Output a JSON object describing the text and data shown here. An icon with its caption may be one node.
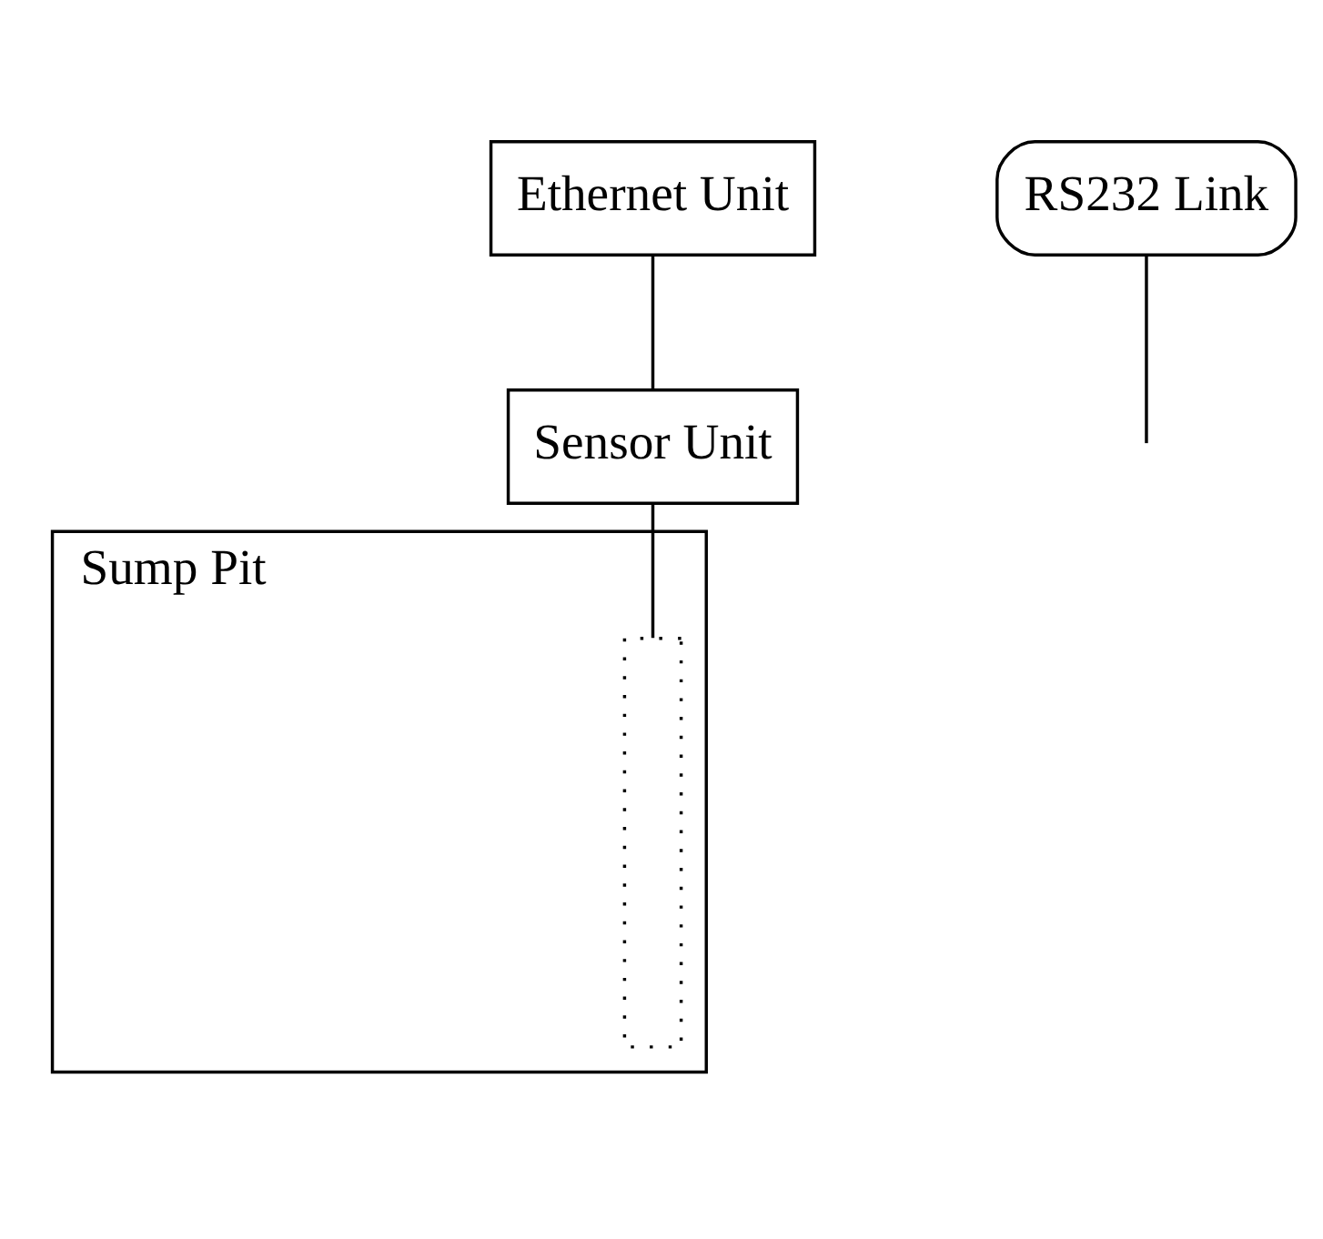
{
  "diagram": {
    "nodes": [
      {
        "text": [
          "Ethernet Unit"
        ]
      },
      {
        "text": [
          "RS232 Link"
        ]
      },
      {
        "text": [
          "Sensor Unit"
        ]
      },
      {
        "text": [
          "Sump Pit"
        ]
      },
      {
        "text": [],
        "shape": "bar",
        "in": 3
      }
    ],
    "edges": [
      {
        "from": 0,
        "to": 2,
        "arrow": "none"
      },
      {
        "from": 1,
        "to": null,
        "arrow": "none"
      },
      {
        "from": 2,
        "to": 4,
        "arrow": "none"
      }
    ]
  }
}
